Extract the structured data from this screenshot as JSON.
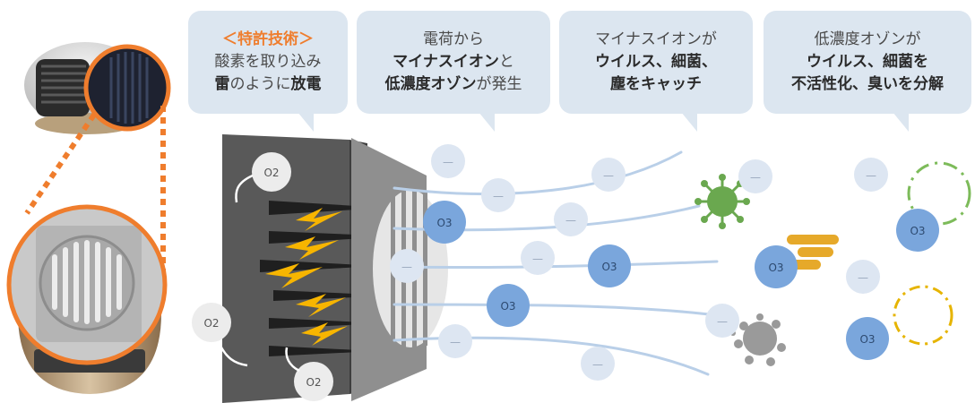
{
  "bubbles": [
    {
      "line1": "＜特許技術＞",
      "line2": "酸素を取り込み",
      "line3_a": "雷",
      "line3_b": "のように",
      "line3_c": "放電"
    },
    {
      "line1": "電荷から",
      "line2_a": "マイナスイオン",
      "line2_b": "と",
      "line3_a": "低濃度オゾン",
      "line3_b": "が発生"
    },
    {
      "line1": "マイナスイオンが",
      "line2": "ウイルス、細菌、",
      "line3": "塵をキャッチ"
    },
    {
      "line1": "低濃度オゾンが",
      "line2": "ウイルス、細菌を",
      "line3": "不活性化、臭いを分解"
    }
  ],
  "labels": {
    "o2": "O2",
    "o3": "O3",
    "minus": "—"
  },
  "colors": {
    "accent_orange": "#ef7d2d",
    "bubble_bg": "#dce6f0",
    "ion_light": "#dde6f2",
    "ozone_blue": "#7aa6dc",
    "bolt_yellow": "#f7b500",
    "virus_green": "#6aa84f",
    "dust_gray": "#9a9a9a",
    "panel_dark": "#555555",
    "panel_mid": "#8a8a8a"
  }
}
